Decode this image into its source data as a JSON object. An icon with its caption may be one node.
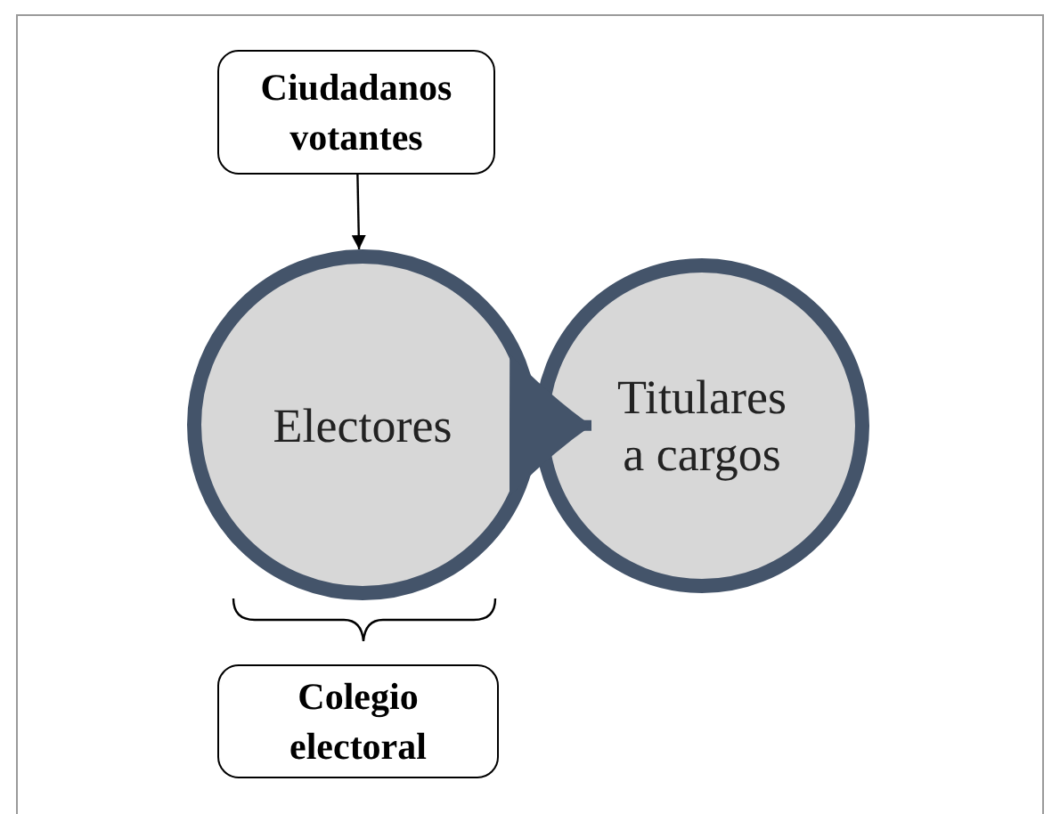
{
  "diagram": {
    "nodes": [
      {
        "text": [
          "Ciudadanos votantes"
        ]
      },
      {
        "text": [
          "Electores"
        ]
      },
      {
        "text": [
          "Titulares a cargos"
        ]
      },
      {
        "text": [
          "Colegio electoral"
        ]
      }
    ],
    "edges": [
      {
        "from": 0,
        "to": 1,
        "arrow": "to"
      },
      {
        "from": 1,
        "to": 2,
        "arrow": "to",
        "style": "thick",
        "color": "#44546a"
      }
    ]
  }
}
